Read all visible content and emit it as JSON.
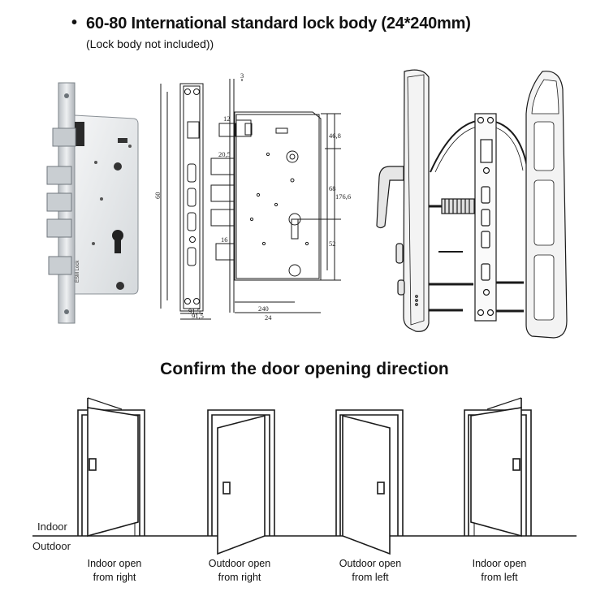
{
  "heading": {
    "bullet": "•",
    "title": "60-80 International standard  lock body (24*240mm)",
    "subtitle": "(Lock body not included))"
  },
  "drawing": {
    "dimensions": [
      "3",
      "12",
      "20,5",
      "46,8",
      "68",
      "176,6",
      "52",
      "16",
      "60",
      "91,5",
      "240",
      "24"
    ],
    "lock_stamp": "ESM Lock"
  },
  "section_title": "Confirm the door opening direction",
  "labels": {
    "indoor": "Indoor",
    "outdoor": "Outdoor"
  },
  "doors": [
    {
      "line1": "Indoor open",
      "line2": "from right",
      "direction": "indoor",
      "hinge": "right"
    },
    {
      "line1": "Outdoor open",
      "line2": "from right",
      "direction": "outdoor",
      "hinge": "right"
    },
    {
      "line1": "Outdoor open",
      "line2": "from left",
      "direction": "outdoor",
      "hinge": "left"
    },
    {
      "line1": "Indoor open",
      "line2": "from left",
      "direction": "indoor",
      "hinge": "left"
    }
  ],
  "colors": {
    "steel": "#c9cdd1",
    "steel_dark": "#8e959b",
    "line": "#1a1a1a"
  }
}
